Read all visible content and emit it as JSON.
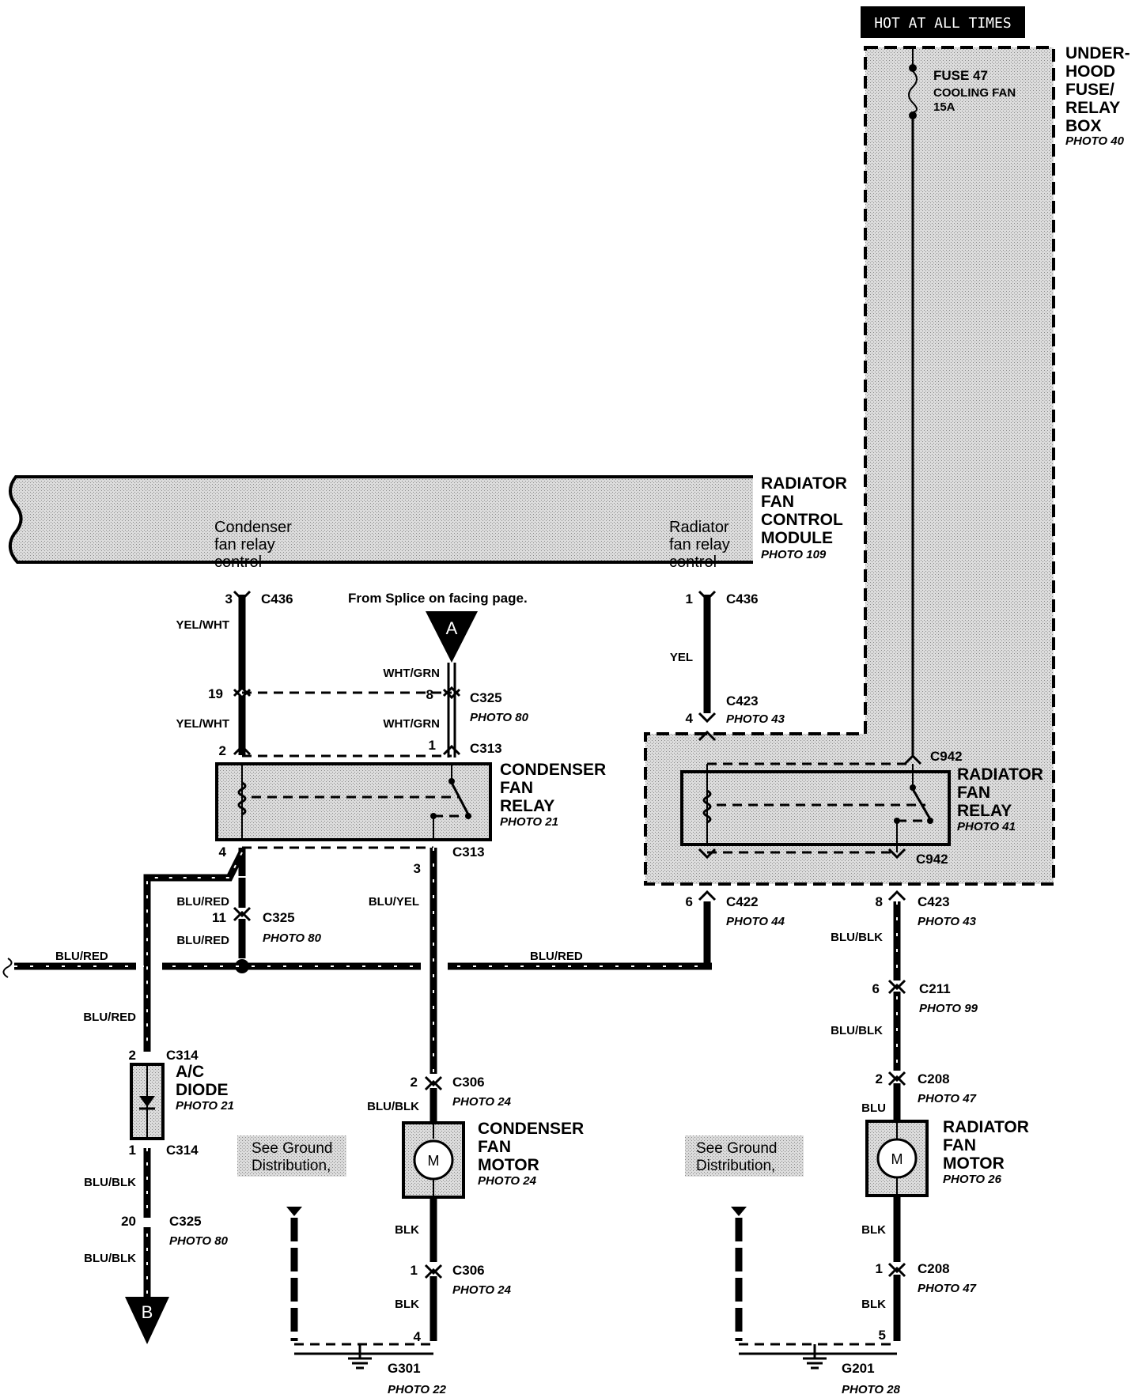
{
  "header": {
    "hot_label": "HOT AT ALL TIMES"
  },
  "fuse_box": {
    "title": [
      "UNDER-",
      "HOOD",
      "FUSE/",
      "RELAY",
      "BOX"
    ],
    "photo": "PHOTO 40",
    "fuse_name": "FUSE 47",
    "fuse_desc": "COOLING FAN",
    "fuse_rating": "15A"
  },
  "module": {
    "title": [
      "RADIATOR",
      "FAN",
      "CONTROL",
      "MODULE"
    ],
    "photo": "PHOTO 109",
    "condenser_ctrl": [
      "Condenser",
      "fan relay",
      "control"
    ],
    "radiator_ctrl": [
      "Radiator",
      "fan relay",
      "control"
    ]
  },
  "splice_note": "From Splice on facing page.",
  "splice_a": "A",
  "splice_b": "B",
  "condenser_relay": {
    "title": [
      "CONDENSER",
      "FAN",
      "RELAY"
    ],
    "photo": "PHOTO 21"
  },
  "radiator_relay": {
    "title": [
      "RADIATOR",
      "FAN",
      "RELAY"
    ],
    "photo": "PHOTO 41"
  },
  "ac_diode": {
    "title": [
      "A/C",
      "DIODE"
    ],
    "photo": "PHOTO 21"
  },
  "condenser_motor": {
    "title": [
      "CONDENSER",
      "FAN",
      "MOTOR"
    ],
    "photo": "PHOTO 24",
    "symbol": "M"
  },
  "radiator_motor": {
    "title": [
      "RADIATOR",
      "FAN",
      "MOTOR"
    ],
    "photo": "PHOTO 26",
    "symbol": "M"
  },
  "ground_notes": {
    "left": [
      "See Ground",
      "Distribution,"
    ],
    "right": [
      "See Ground",
      "Distribution,"
    ]
  },
  "grounds": {
    "left": {
      "name": "G301",
      "photo": "PHOTO 22",
      "pin": "4"
    },
    "right": {
      "name": "G201",
      "photo": "PHOTO 28",
      "pin": "5"
    }
  },
  "connectors": {
    "c436_left": {
      "pin": "3",
      "name": "C436"
    },
    "c436_right": {
      "pin": "1",
      "name": "C436"
    },
    "c325_top_left_pin": "19",
    "c325_top": {
      "pin": "8",
      "name": "C325",
      "photo": "PHOTO 80"
    },
    "c313_top_left_pin": "2",
    "c313_top": {
      "pin": "1",
      "name": "C313"
    },
    "c313_bot_left_pin": "4",
    "c313_bot": {
      "pin": "3",
      "name": "C313"
    },
    "c423_top": {
      "pin": "4",
      "name": "C423",
      "photo": "PHOTO 43"
    },
    "c942_top": {
      "name": "C942"
    },
    "c942_bot": {
      "name": "C942"
    },
    "c422": {
      "pin": "6",
      "name": "C422",
      "photo": "PHOTO 44"
    },
    "c423_bot": {
      "pin": "8",
      "name": "C423",
      "photo": "PHOTO 43"
    },
    "c325_mid": {
      "pin": "11",
      "name": "C325",
      "photo": "PHOTO 80"
    },
    "c211": {
      "pin": "6",
      "name": "C211",
      "photo": "PHOTO 99"
    },
    "c314_top": {
      "pin": "2",
      "name": "C314"
    },
    "c314_bot": {
      "pin": "1",
      "name": "C314"
    },
    "c306_top": {
      "pin": "2",
      "name": "C306",
      "photo": "PHOTO 24"
    },
    "c306_bot": {
      "pin": "1",
      "name": "C306",
      "photo": "PHOTO 24"
    },
    "c208_top": {
      "pin": "2",
      "name": "C208",
      "photo": "PHOTO 47"
    },
    "c208_bot": {
      "pin": "1",
      "name": "C208",
      "photo": "PHOTO 47"
    },
    "c325_bot": {
      "pin": "20",
      "name": "C325",
      "photo": "PHOTO 80"
    }
  },
  "wire_colors": {
    "yel_wht_1": "YEL/WHT",
    "yel_wht_2": "YEL/WHT",
    "wht_grn_1": "WHT/GRN",
    "wht_grn_2": "WHT/GRN",
    "yel": "YEL",
    "blu_red_1": "BLU/RED",
    "blu_red_2": "BLU/RED",
    "blu_red_3": "BLU/RED",
    "blu_red_4": "BLU/RED",
    "blu_red_5": "BLU/RED",
    "blu_yel": "BLU/YEL",
    "blu_blk_1": "BLU/BLK",
    "blu_blk_2": "BLU/BLK",
    "blu_blk_3": "BLU/BLK",
    "blu_blk_4": "BLU/BLK",
    "blu_blk_5": "BLU/BLK",
    "blu": "BLU",
    "blk_1": "BLK",
    "blk_2": "BLK",
    "blk_3": "BLK",
    "blk_4": "BLK"
  }
}
